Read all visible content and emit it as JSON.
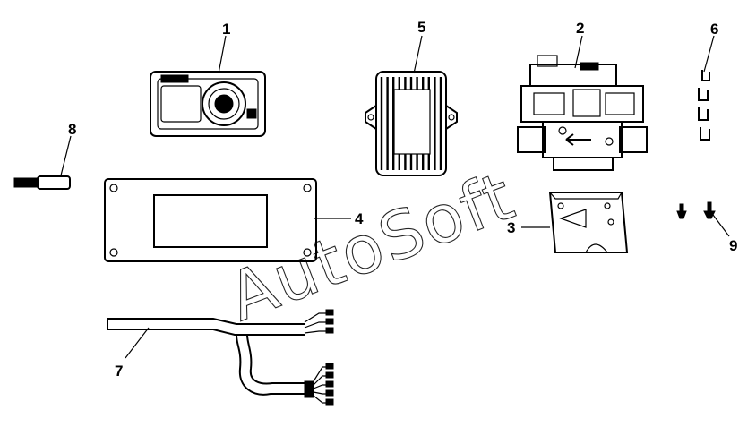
{
  "callouts": {
    "c1": "1",
    "c2": "2",
    "c3": "3",
    "c4": "4",
    "c5": "5",
    "c6": "6",
    "c7": "7",
    "c8": "8",
    "c9": "9"
  },
  "watermark": "AutoSoft"
}
